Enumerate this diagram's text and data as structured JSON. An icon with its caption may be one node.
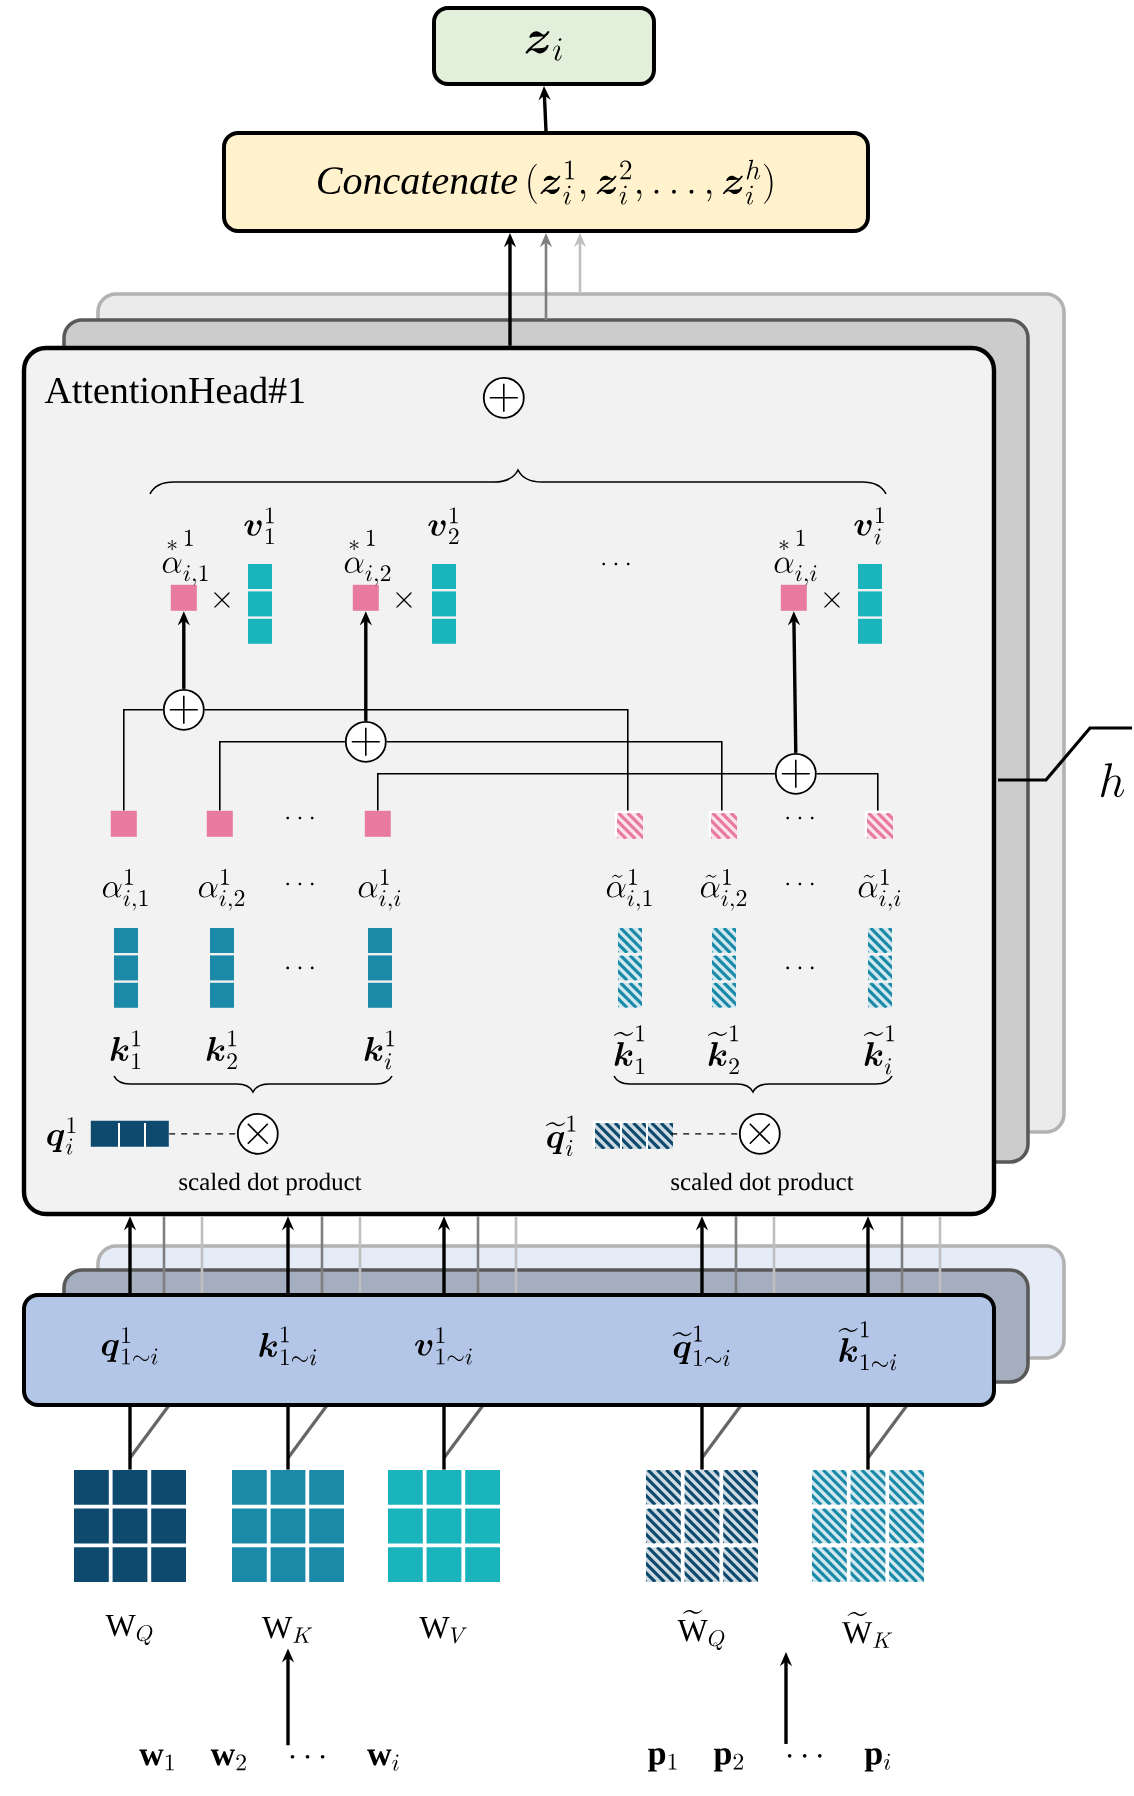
{
  "diagram": {
    "nodes": [
      {
        "text": [
          "\\boldsymbol{z}_i"
        ]
      },
      {
        "text": [
          "\\mathit{Concatenate}\\,(\\boldsymbol{z}_i^1,\\boldsymbol{z}_i^2,\\ldots,\\boldsymbol{z}_i^h)"
        ]
      },
      {
        "text": [
          "AttentionHead#1"
        ]
      },
      {
        "text": [],
        "shape": "circle",
        "in": 2
      },
      {
        "text": [],
        "shape": "box",
        "in": 2,
        "beside": [
          "\\overset{*}{\\alpha}^1_{i,1}",
          "\\times"
        ]
      },
      {
        "text": [],
        "shape": "box",
        "in": 2,
        "beside": [
          "\\overset{*}{\\alpha}^1_{i,2}",
          "\\times"
        ]
      },
      {
        "text": [],
        "shape": "box",
        "in": 2,
        "beside": [
          "\\overset{*}{\\alpha}^1_{i,i}",
          "\\times"
        ]
      },
      {
        "text": [],
        "shape": "circle",
        "in": 2
      },
      {
        "text": [],
        "shape": "circle",
        "in": 2
      },
      {
        "text": [],
        "shape": "circle",
        "in": 2
      },
      {
        "text": [],
        "shape": "box",
        "in": 2,
        "beside": [
          "\\alpha^1_{i,1}"
        ]
      },
      {
        "text": [],
        "shape": "box",
        "in": 2,
        "beside": [
          "\\alpha^1_{i,2}"
        ]
      },
      {
        "text": [],
        "shape": "box",
        "in": 2,
        "beside": [
          "\\alpha^1_{i,i}"
        ]
      },
      {
        "text": [],
        "shape": "box",
        "in": 2,
        "beside": [
          "\\tilde{\\alpha}^1_{i,1}"
        ]
      },
      {
        "text": [],
        "shape": "box",
        "in": 2,
        "beside": [
          "\\tilde{\\alpha}^1_{i,2}"
        ]
      },
      {
        "text": [],
        "shape": "box",
        "in": 2,
        "beside": [
          "\\tilde{\\alpha}^1_{i,i}"
        ]
      },
      {
        "text": [],
        "shape": "bar",
        "in": 2,
        "beside": [
          "\\boldsymbol{q}^1_i"
        ]
      },
      {
        "text": [],
        "shape": "circle",
        "in": 2,
        "beside": [
          "scaled dot product"
        ]
      },
      {
        "text": [],
        "shape": "bar",
        "in": 2,
        "beside": [
          "\\widetilde{\\boldsymbol{q}}^1_i"
        ]
      },
      {
        "text": [],
        "shape": "circle",
        "in": 2,
        "beside": [
          "scaled dot product"
        ]
      },
      {
        "text": [
          "\\boldsymbol{q}^1_{1\\sim i}",
          "\\boldsymbol{k}^1_{1\\sim i}",
          "\\boldsymbol{v}^1_{1\\sim i}",
          "\\widetilde{\\boldsymbol{q}}^1_{1\\sim i}",
          "\\widetilde{\\boldsymbol{k}}^1_{1\\sim i}"
        ]
      },
      {
        "text": [],
        "shape": "box",
        "beside": [
          "\\mathrm{W}_Q"
        ]
      },
      {
        "text": [],
        "shape": "box",
        "beside": [
          "\\mathrm{W}_K"
        ]
      },
      {
        "text": [],
        "shape": "box",
        "beside": [
          "\\mathrm{W}_V"
        ]
      },
      {
        "text": [],
        "shape": "box",
        "beside": [
          "\\widetilde{\\mathrm{W}}_Q"
        ]
      },
      {
        "text": [],
        "shape": "box",
        "beside": [
          "\\widetilde{\\mathrm{W}}_K"
        ]
      },
      {
        "text": [
          "\\mathbf{w}_1\\quad\\mathbf{w}_2\\quad\\cdots\\quad\\mathbf{w}_i"
        ]
      },
      {
        "text": [
          "\\mathbf{p}_1\\quad\\mathbf{p}_2\\quad\\cdots\\quad\\mathbf{p}_i"
        ]
      }
    ],
    "edges": [
      {
        "from": 1,
        "to": 0,
        "arrow": "to"
      },
      {
        "from": 2,
        "to": 1,
        "arrow": "to"
      },
      {
        "from": 20,
        "to": 2,
        "arrow": "to"
      },
      {
        "from": 20,
        "to": 2,
        "arrow": "to"
      },
      {
        "from": 20,
        "to": 2,
        "arrow": "to"
      },
      {
        "from": 20,
        "to": 2,
        "arrow": "to"
      },
      {
        "from": 20,
        "to": 2,
        "arrow": "to"
      },
      {
        "from": 7,
        "to": 4,
        "arrow": "to"
      },
      {
        "from": 8,
        "to": 5,
        "arrow": "to"
      },
      {
        "from": 9,
        "to": 6,
        "arrow": "to"
      },
      {
        "from": 10,
        "to": 7,
        "arrow": "none"
      },
      {
        "from": 13,
        "to": 7,
        "arrow": "none"
      },
      {
        "from": 11,
        "to": 8,
        "arrow": "none"
      },
      {
        "from": 14,
        "to": 8,
        "arrow": "none"
      },
      {
        "from": 12,
        "to": 9,
        "arrow": "none"
      },
      {
        "from": 15,
        "to": 9,
        "arrow": "none"
      },
      {
        "from": 16,
        "to": 17,
        "arrow": "none",
        "style": "dashed"
      },
      {
        "from": 18,
        "to": 19,
        "arrow": "none",
        "style": "dashed"
      },
      {
        "from": 21,
        "to": 20,
        "arrow": "none"
      },
      {
        "from": 22,
        "to": 20,
        "arrow": "none"
      },
      {
        "from": 23,
        "to": 20,
        "arrow": "none"
      },
      {
        "from": 24,
        "to": 20,
        "arrow": "none"
      },
      {
        "from": 25,
        "to": 20,
        "arrow": "none"
      },
      {
        "from": 26,
        "to": 22,
        "arrow": "to"
      },
      {
        "from": 27,
        "to": null,
        "arrow": "to"
      },
      {
        "from": null,
        "to": 1,
        "arrow": "to",
        "color": "#7f7f7f"
      },
      {
        "from": null,
        "to": 1,
        "arrow": "to",
        "color": "#bfbfbf"
      },
      {
        "from": 20,
        "to": 2,
        "arrow": "none",
        "color": "#7f7f7f"
      },
      {
        "from": 20,
        "to": 2,
        "arrow": "none",
        "color": "#7f7f7f"
      },
      {
        "from": 20,
        "to": 2,
        "arrow": "none",
        "color": "#7f7f7f"
      },
      {
        "from": 20,
        "to": 2,
        "arrow": "none",
        "color": "#7f7f7f"
      },
      {
        "from": 20,
        "to": 2,
        "arrow": "none",
        "color": "#7f7f7f"
      },
      {
        "from": 20,
        "to": 2,
        "arrow": "none",
        "color": "#bfbfbf"
      },
      {
        "from": 20,
        "to": 2,
        "arrow": "none",
        "color": "#bfbfbf"
      },
      {
        "from": 20,
        "to": 2,
        "arrow": "none",
        "color": "#bfbfbf"
      },
      {
        "from": 20,
        "to": 2,
        "arrow": "none",
        "color": "#bfbfbf"
      },
      {
        "from": 20,
        "to": 2,
        "arrow": "none",
        "color": "#bfbfbf"
      }
    ],
    "labels": [
      "\\boldsymbol{v}^1_1",
      "\\boldsymbol{v}^1_2",
      "\\boldsymbol{v}^1_i",
      "\\ldots",
      "\\ldots",
      "\\ldots",
      "\\ldots",
      "\\ldots",
      "\\ldots",
      "\\ldots",
      "\\boldsymbol{k}^1_1",
      "\\boldsymbol{k}^1_2",
      "\\boldsymbol{k}^1_i",
      "\\widetilde{\\boldsymbol{k}}^1_1",
      "\\widetilde{\\boldsymbol{k}}^1_2",
      "\\widetilde{\\boldsymbol{k}}^1_i",
      "h"
    ]
  }
}
